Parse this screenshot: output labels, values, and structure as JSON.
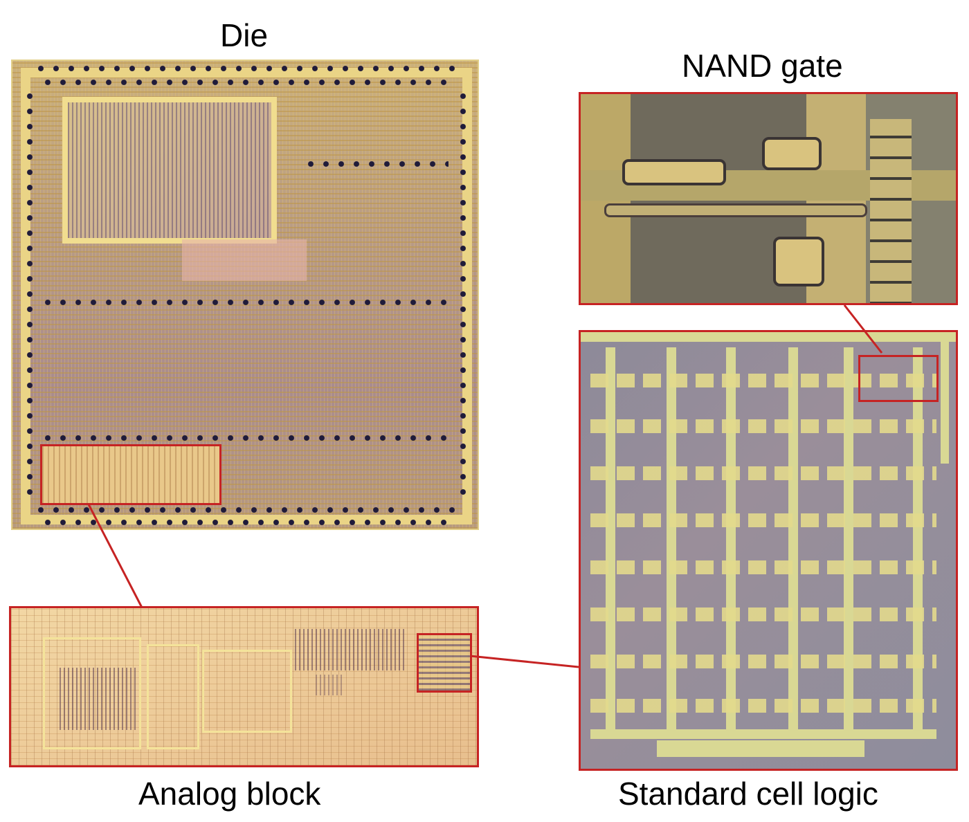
{
  "labels": {
    "die": "Die",
    "nand_gate": "NAND gate",
    "analog_block": "Analog block",
    "standard_cell_logic": "Standard cell logic"
  },
  "colors": {
    "frame": "#c62323",
    "pad_dots": "#1f1b3a",
    "metal": "#ead486"
  }
}
